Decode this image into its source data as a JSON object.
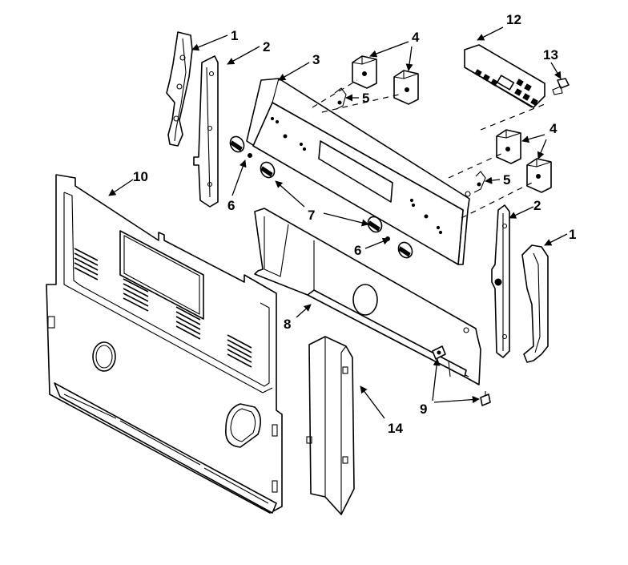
{
  "diagram": {
    "accent_color": "#000000",
    "background_color": "#ffffff",
    "callouts": [
      {
        "id": "c1a",
        "label": "1"
      },
      {
        "id": "c2a",
        "label": "2"
      },
      {
        "id": "c3",
        "label": "3"
      },
      {
        "id": "c4a",
        "label": "4"
      },
      {
        "id": "c5a",
        "label": "5"
      },
      {
        "id": "c12",
        "label": "12"
      },
      {
        "id": "c13",
        "label": "13"
      },
      {
        "id": "c10",
        "label": "10"
      },
      {
        "id": "c6a",
        "label": "6"
      },
      {
        "id": "c7",
        "label": "7"
      },
      {
        "id": "c4b",
        "label": "4"
      },
      {
        "id": "c5b",
        "label": "5"
      },
      {
        "id": "c2b",
        "label": "2"
      },
      {
        "id": "c1b",
        "label": "1"
      },
      {
        "id": "c6b",
        "label": "6"
      },
      {
        "id": "c8",
        "label": "8"
      },
      {
        "id": "c9",
        "label": "9"
      },
      {
        "id": "c14",
        "label": "14"
      }
    ]
  }
}
